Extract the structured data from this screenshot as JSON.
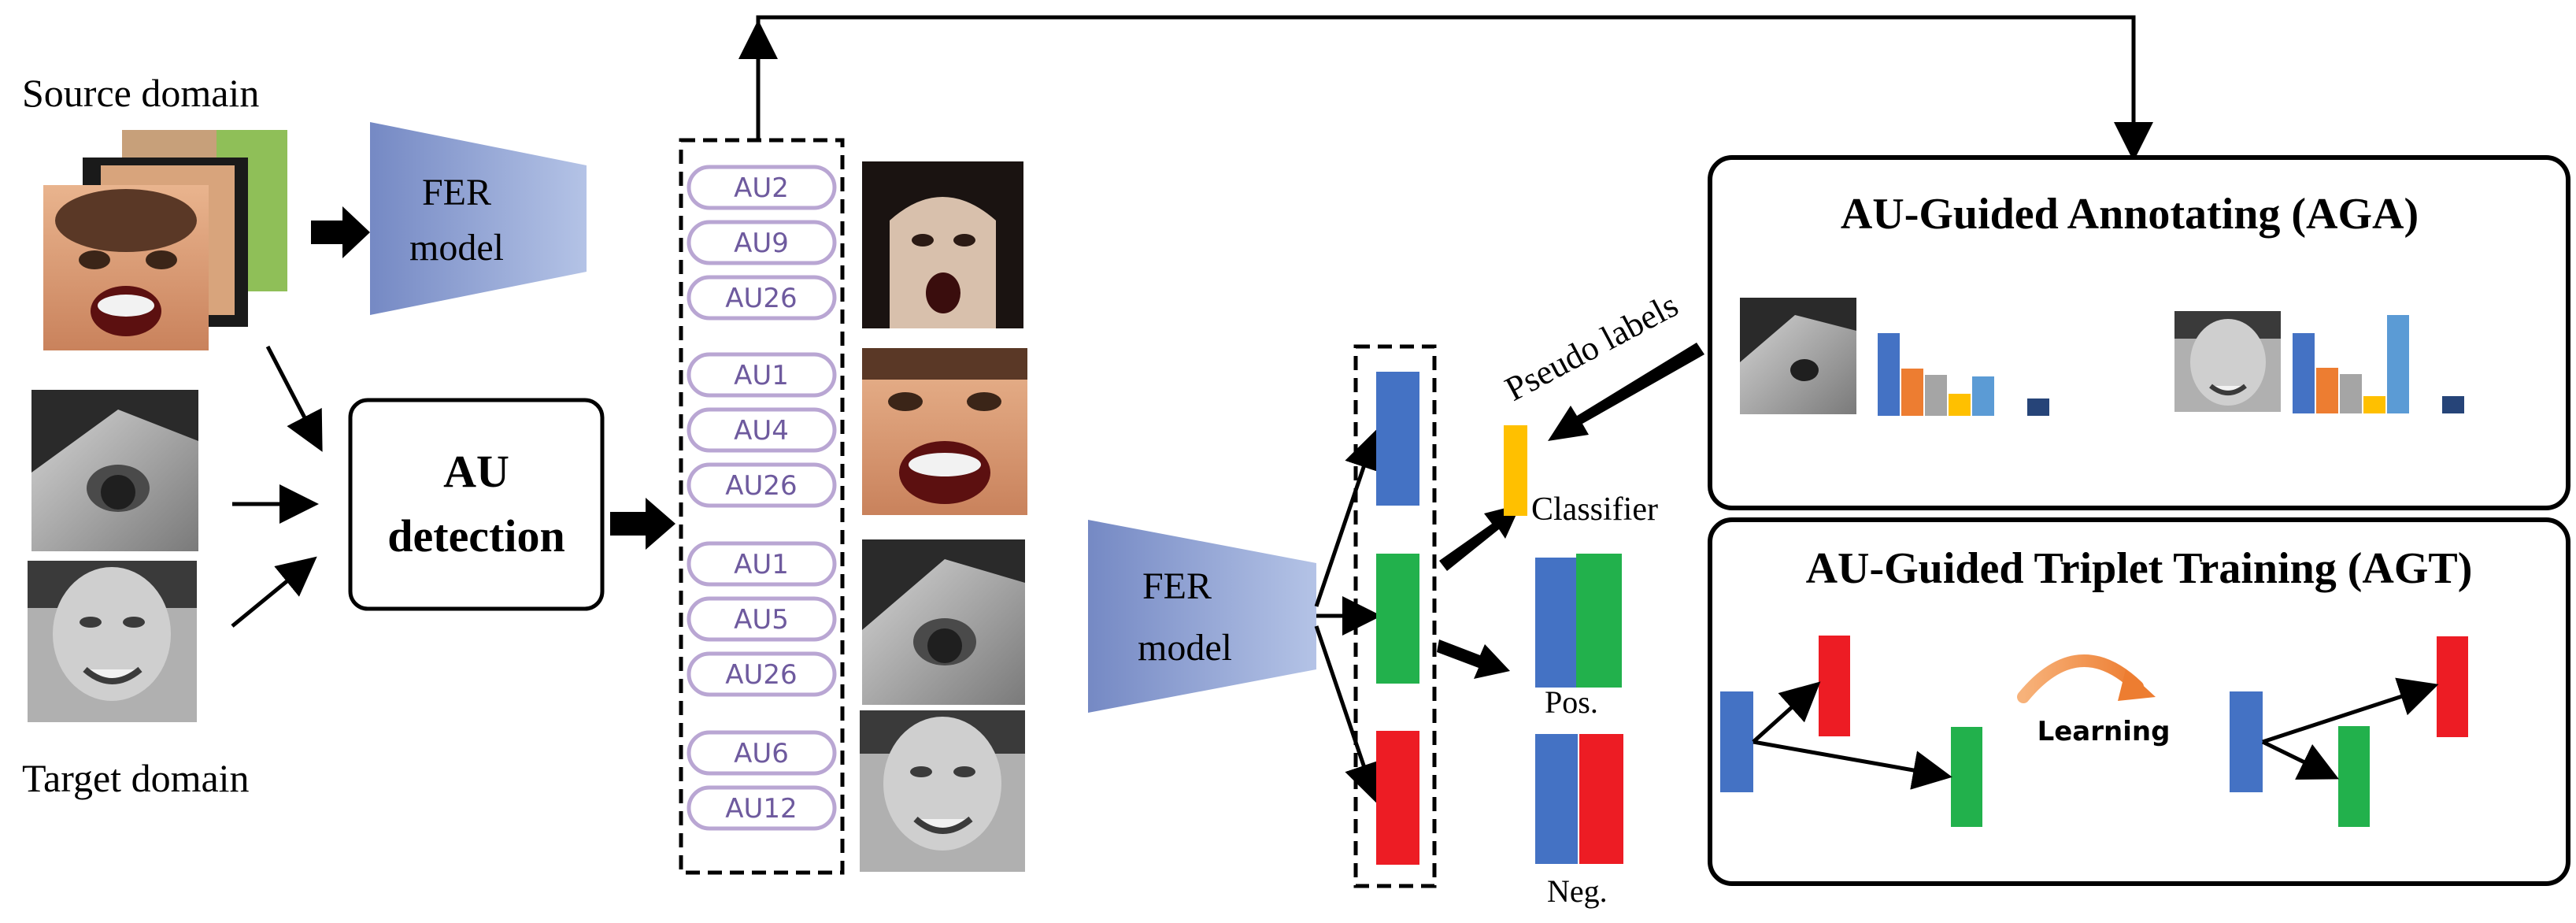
{
  "source_label": "Source domain",
  "target_label": "Target domain",
  "fer_model_top": {
    "line1": "FER",
    "line2": "model"
  },
  "au_detection": {
    "line1": "AU",
    "line2": "detection"
  },
  "au_groups": [
    [
      "AU2",
      "AU9",
      "AU26"
    ],
    [
      "AU1",
      "AU4",
      "AU26"
    ],
    [
      "AU1",
      "AU5",
      "AU26"
    ],
    [
      "AU6",
      "AU12"
    ]
  ],
  "fer_model_mid": {
    "line1": "FER",
    "line2": "model"
  },
  "pseudo_labels": "Pseudo labels",
  "classifier": "Classifier",
  "pos": "Pos.",
  "neg": "Neg.",
  "aga_title": "AU-Guided Annotating (AGA)",
  "agt_title": "AU-Guided Triplet Training (AGT)",
  "learning": "Learning",
  "colors": {
    "blue": "#4472c4",
    "green": "#22b14c",
    "red": "#ed1c24",
    "yellow": "#ffc000",
    "orange": "#ed7d31",
    "gray": "#a5a5a5",
    "lightblue": "#5b9bd5",
    "navy": "#264478",
    "lavender": "#b9a6d3",
    "au_text": "#6e5a9e"
  }
}
